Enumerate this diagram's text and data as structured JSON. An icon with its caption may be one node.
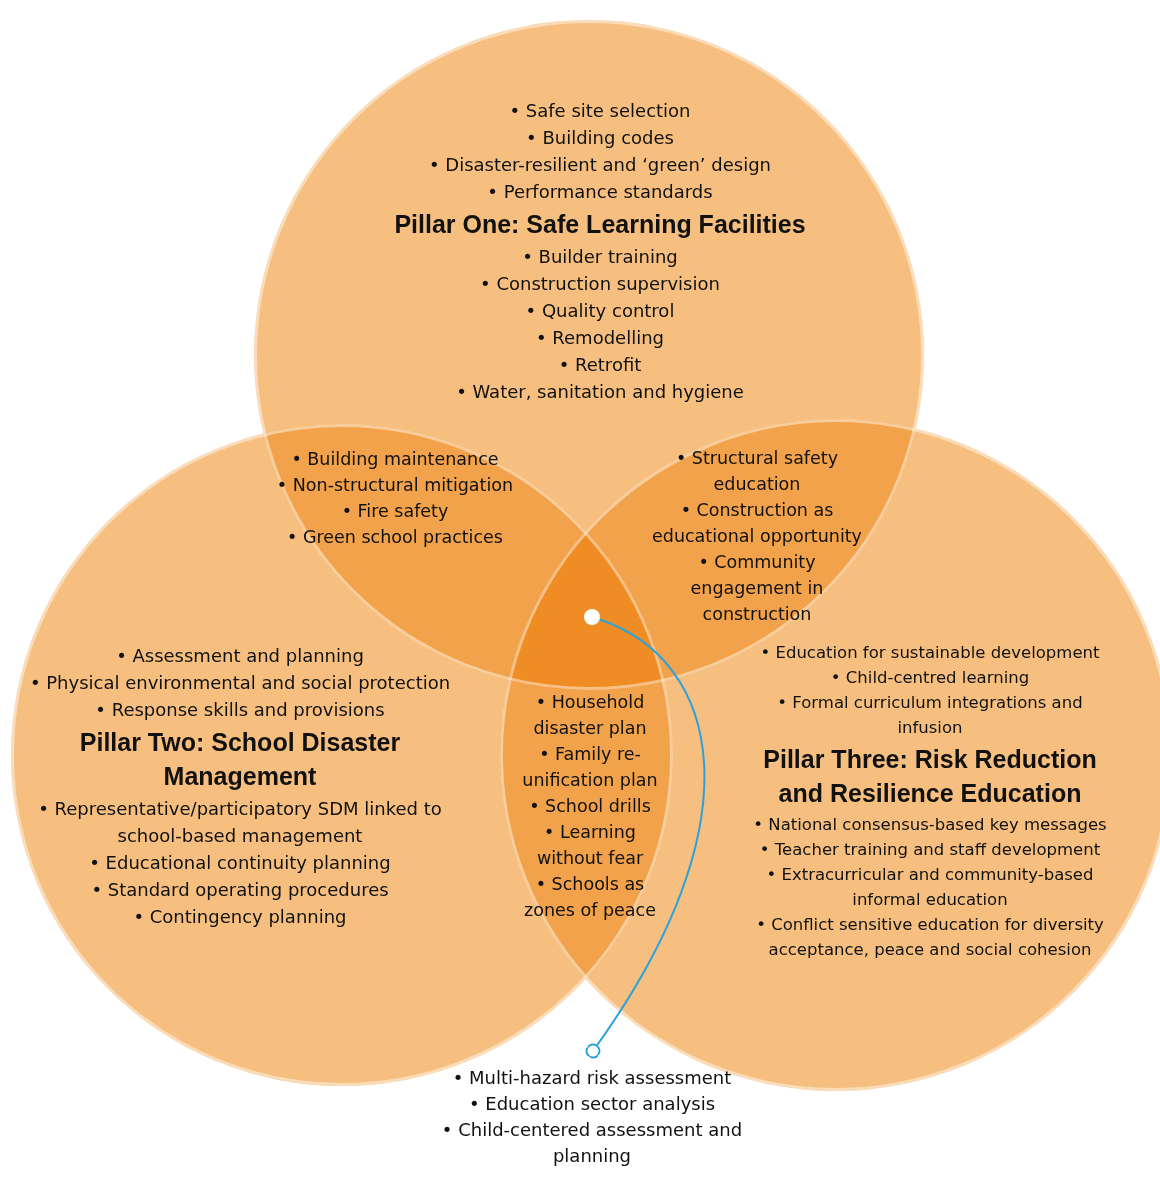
{
  "diagram": {
    "nodes": [
      {
        "text": [
          "• Safe site selection",
          "• Building codes",
          "• Disaster-resilient and ‘green’ design",
          "• Performance standards",
          "Pillar One: Safe Learning Facilities",
          "• Builder training",
          "• Construction supervision",
          "• Quality control",
          "• Remodelling",
          "• Retrofit",
          "• Water, sanitation and hygiene"
        ]
      },
      {
        "text": [
          "• Assessment and planning",
          "• Physical environmental and social protection",
          "• Response skills and provisions",
          "Pillar Two: School Disaster Management",
          "• Representative/participatory SDM linked to school-based management",
          "• Educational continuity planning",
          "• Standard operating procedures",
          "• Contingency planning"
        ]
      },
      {
        "text": [
          "• Education for sustainable development",
          "• Child-centred learning",
          "• Formal curriculum integrations and infusion",
          "Pillar Three: Risk Reduction and Resilience Education",
          "• National consensus-based key messages",
          "• Teacher training and staff development",
          "• Extracurricular and community-based informal education",
          "• Conflict sensitive education for diversity acceptance, peace and social cohesion"
        ]
      },
      {
        "text": [
          "• Multi-hazard risk assessment",
          "• Education sector analysis",
          "• Child-centered assessment and planning"
        ]
      },
      {
        "text": [],
        "shape": "circle"
      }
    ],
    "edges": [
      {
        "from": 3,
        "to": 4,
        "arrow": "other"
      }
    ],
    "labels": [
      "• Building maintenance",
      "• Non-structural mitigation",
      "• Fire safety",
      "• Green school practices",
      "• Structural safety education",
      "• Construction as educational opportunity",
      "• Community engagement in construction",
      "• Household disaster plan",
      "• Family re-unification plan",
      "• School drills",
      "• Learning without fear",
      "• Schools as zones of peace"
    ]
  }
}
